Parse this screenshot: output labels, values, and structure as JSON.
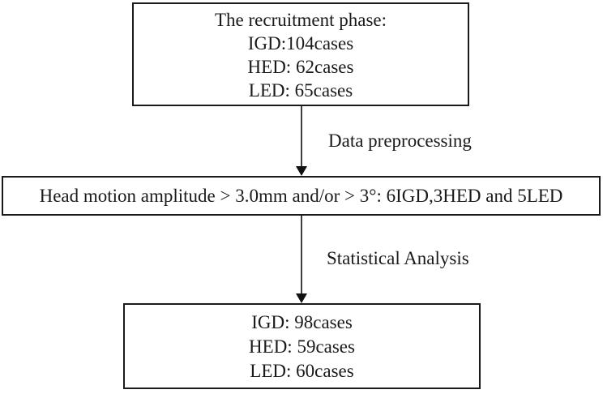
{
  "flowchart": {
    "colors": {
      "border": "#1a1a1a",
      "text": "#1a1a1a",
      "background": "#ffffff",
      "arrow": "#111111"
    },
    "box_recruitment": {
      "lines": [
        "The recruitment phase:",
        "IGD:104cases",
        "HED: 62cases",
        "LED: 65cases"
      ]
    },
    "arrow1_label": "Data preprocessing",
    "box_exclusion": {
      "text": "Head motion amplitude > 3.0mm and/or > 3°: 6IGD,3HED and 5LED"
    },
    "arrow2_label": "Statistical Analysis",
    "box_final": {
      "lines": [
        "IGD: 98cases",
        "HED: 59cases",
        "LED: 60cases"
      ]
    }
  }
}
